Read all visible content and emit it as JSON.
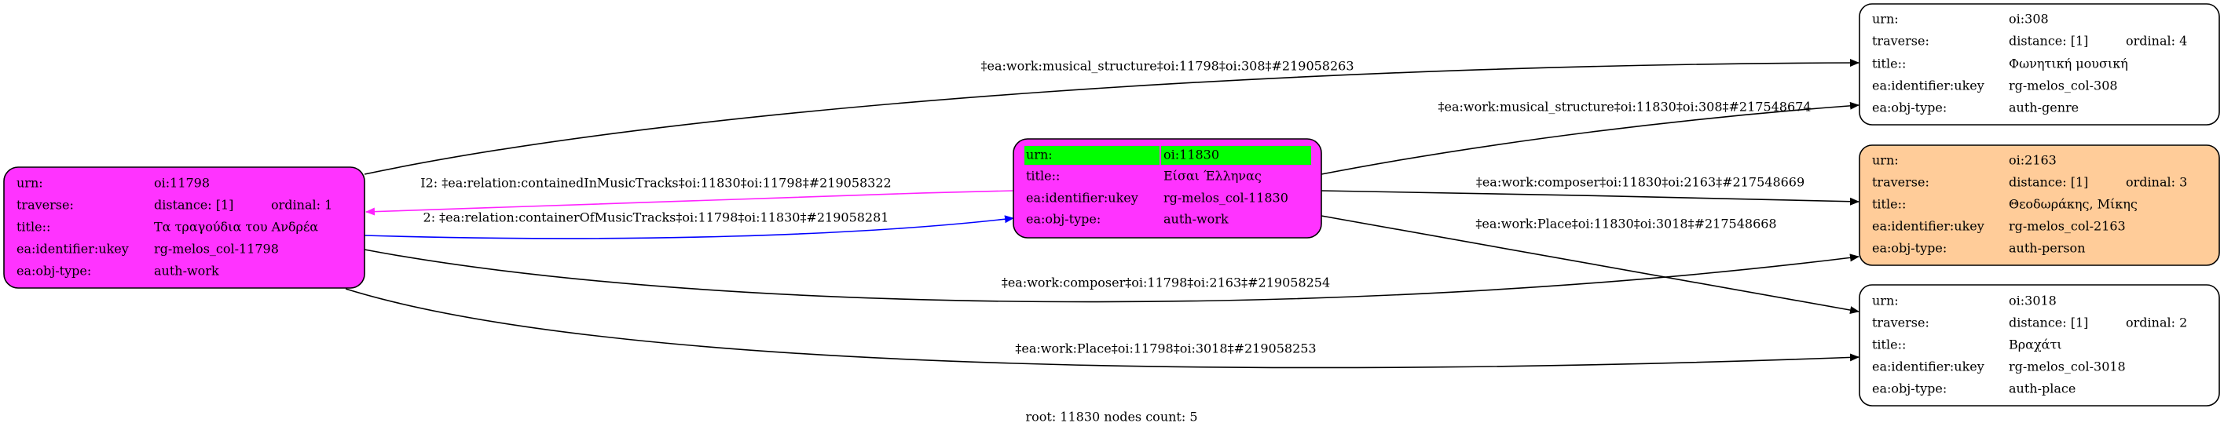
{
  "colors": {
    "work": "#ff33ff",
    "person": "#ffcc99",
    "plain": "#ffffff",
    "root_highlight": "#00ff00",
    "edge_contained": "#ff22ff",
    "edge_container": "#0000ff",
    "edge": "#000000"
  },
  "nodes": {
    "n11798": {
      "urn_label": "urn:",
      "urn": "oi:11798",
      "traverse_label": "traverse:",
      "distance": "distance: [1]",
      "ordinal": "ordinal: 1",
      "title_label": "title::",
      "title": "Τα τραγούδια του Ανδρέα",
      "ukey_label": "ea:identifier:ukey",
      "ukey": "rg-melos_col-11798",
      "type_label": "ea:obj-type:",
      "type": "auth-work"
    },
    "n11830": {
      "urn_label": "urn:",
      "urn": "oi:11830",
      "title_label": "title::",
      "title": "Είσαι Έλληνας",
      "ukey_label": "ea:identifier:ukey",
      "ukey": "rg-melos_col-11830",
      "type_label": "ea:obj-type:",
      "type": "auth-work"
    },
    "n308": {
      "urn_label": "urn:",
      "urn": "oi:308",
      "traverse_label": "traverse:",
      "distance": "distance: [1]",
      "ordinal": "ordinal: 4",
      "title_label": "title::",
      "title": "Φωνητική μουσική",
      "ukey_label": "ea:identifier:ukey",
      "ukey": "rg-melos_col-308",
      "type_label": "ea:obj-type:",
      "type": "auth-genre"
    },
    "n2163": {
      "urn_label": "urn:",
      "urn": "oi:2163",
      "traverse_label": "traverse:",
      "distance": "distance: [1]",
      "ordinal": "ordinal: 3",
      "title_label": "title::",
      "title": "Θεοδωράκης, Μίκης",
      "ukey_label": "ea:identifier:ukey",
      "ukey": "rg-melos_col-2163",
      "type_label": "ea:obj-type:",
      "type": "auth-person"
    },
    "n3018": {
      "urn_label": "urn:",
      "urn": "oi:3018",
      "traverse_label": "traverse:",
      "distance": "distance: [1]",
      "ordinal": "ordinal: 2",
      "title_label": "title::",
      "title": "Βραχάτι",
      "ukey_label": "ea:identifier:ukey",
      "ukey": "rg-melos_col-3018",
      "type_label": "ea:obj-type:",
      "type": "auth-place"
    }
  },
  "edges": [
    {
      "label": "‡ea:work:musical_structure‡oi:11798‡oi:308‡#219058263"
    },
    {
      "label": "‡ea:work:musical_structure‡oi:11830‡oi:308‡#217548674"
    },
    {
      "label": "‡ea:work:composer‡oi:11830‡oi:2163‡#217548669"
    },
    {
      "label": "‡ea:work:Place‡oi:11830‡oi:3018‡#217548668"
    },
    {
      "label": "‡ea:work:composer‡oi:11798‡oi:2163‡#219058254"
    },
    {
      "label": "‡ea:work:Place‡oi:11798‡oi:3018‡#219058253"
    },
    {
      "label": "I2: ‡ea:relation:containedInMusicTracks‡oi:11830‡oi:11798‡#219058322"
    },
    {
      "label": "2: ‡ea:relation:containerOfMusicTracks‡oi:11798‡oi:11830‡#219058281"
    }
  ],
  "footer": "root: 11830 nodes count: 5"
}
